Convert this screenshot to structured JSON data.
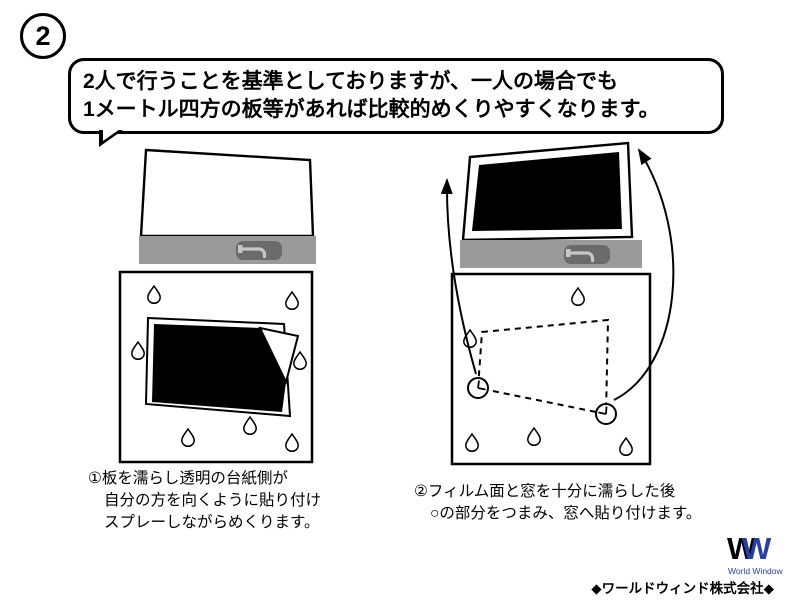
{
  "page": {
    "step_number": "2"
  },
  "bubble": {
    "lines": [
      "2人で行うことを基準としておりますが、一人の場合でも",
      "1メートル四方の板等があれば比較的めくりやすくなります。"
    ]
  },
  "figures": {
    "left": {
      "caption_lines": [
        "①板を濡らし透明の台紙側が",
        "自分の方を向くように貼り付け",
        "スプレーしながらめくります。"
      ]
    },
    "right": {
      "caption_lines": [
        "②フィルム面と窓を十分に濡らした後",
        "○の部分をつまみ、窓へ貼り付けます。"
      ]
    }
  },
  "footer": {
    "logo_w1": "W",
    "logo_w2": "W",
    "logo_subtext": "World Window",
    "company": "◆ワールドウィンド株式会社◆"
  },
  "colors": {
    "logo_blue": "#2b3f9e",
    "bar_gray": "#9a9a9a",
    "button_gray": "#6b6b6b",
    "glyph_gray": "#c6c6c6",
    "film_black": "#000000"
  }
}
